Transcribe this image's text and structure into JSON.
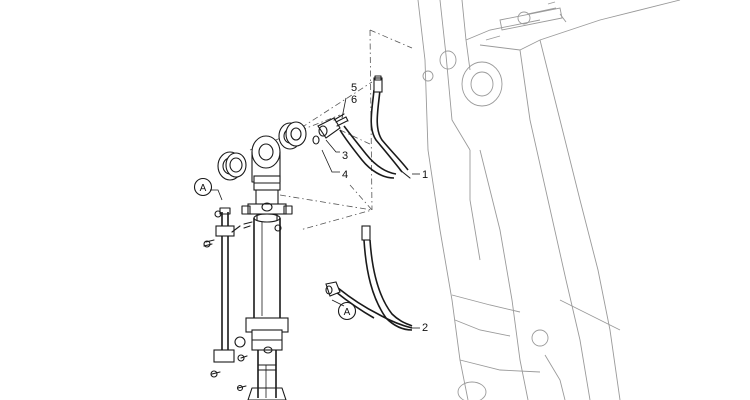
{
  "diagram": {
    "callouts": {
      "c1": "1",
      "c2": "2",
      "c3": "3",
      "c4": "4",
      "c5": "5",
      "c6": "6"
    },
    "references": {
      "ref_a_left": "A",
      "ref_a_hose": "A"
    }
  }
}
